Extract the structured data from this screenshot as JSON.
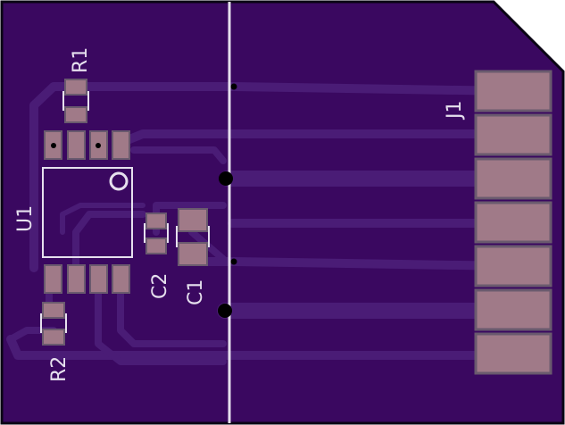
{
  "colors": {
    "board": "#3a0860",
    "board_edge": "#0a0414",
    "trace": "#4a1c76",
    "trace_light": "#5a2a88",
    "copper_pad": "#a07a88",
    "pad_outline": "#6a5a6e",
    "silkscreen": "#e6e0ee",
    "via": "#000000"
  },
  "labels": {
    "r1": "R1",
    "r2": "R2",
    "u1": "U1",
    "c1": "C1",
    "c2": "C2",
    "j1": "J1"
  },
  "connector": {
    "name": "J1",
    "pin_count": 7
  }
}
